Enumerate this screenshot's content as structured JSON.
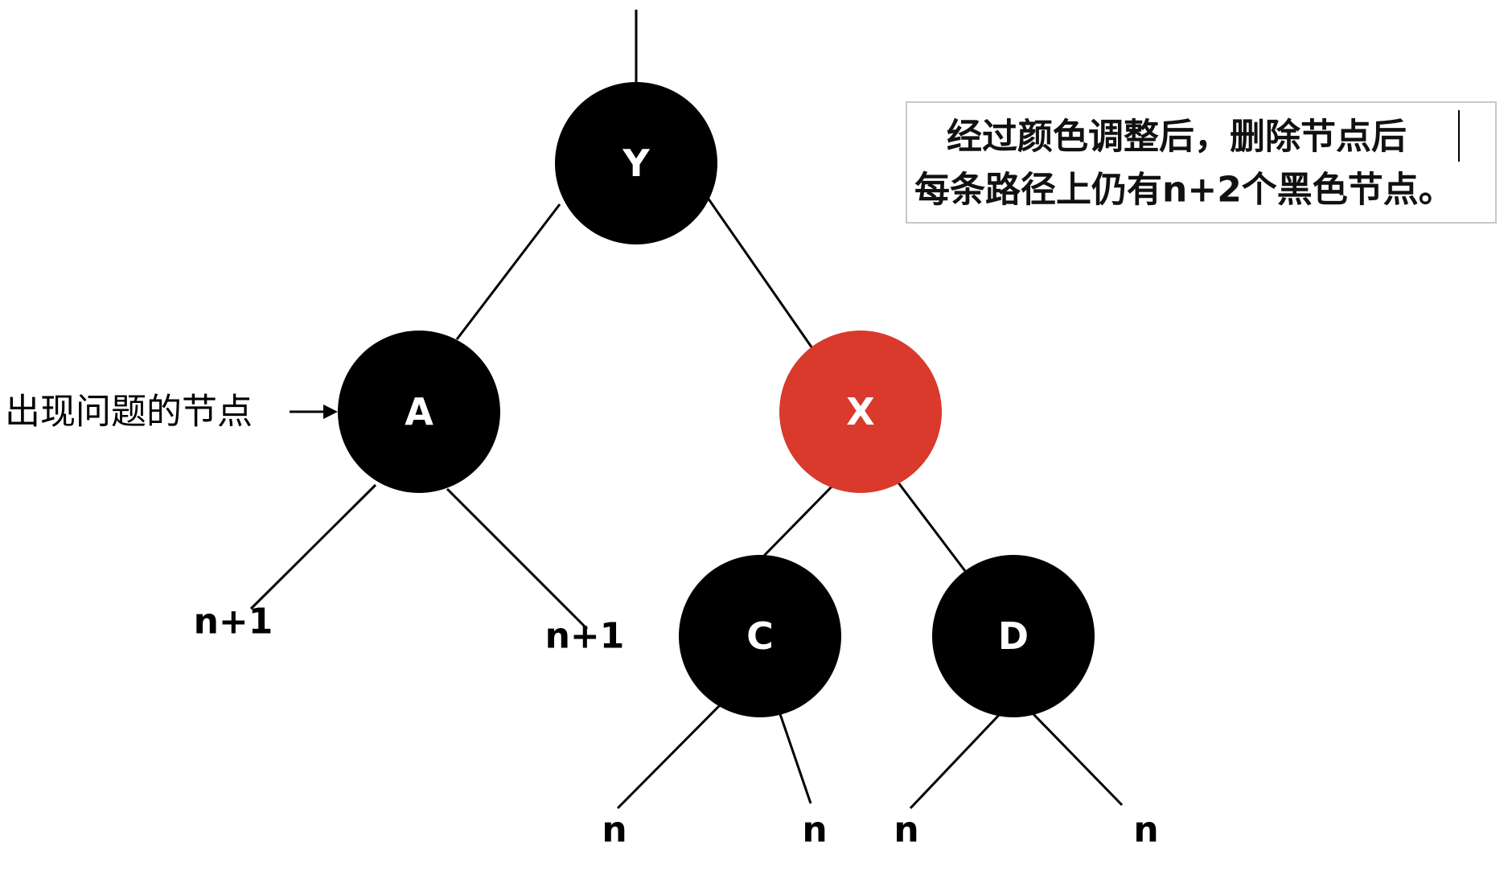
{
  "nodes": {
    "Y": {
      "label": "Y",
      "color": "#000000"
    },
    "A": {
      "label": "A",
      "color": "#000000"
    },
    "X": {
      "label": "X",
      "color": "#d93a2b"
    },
    "C": {
      "label": "C",
      "color": "#000000"
    },
    "D": {
      "label": "D",
      "color": "#000000"
    }
  },
  "leaves": {
    "A_left": "n+1",
    "A_right": "n+1",
    "C_left": "n",
    "C_right": "n",
    "D_left": "n",
    "D_right": "n"
  },
  "problem_label": "出现问题的节点",
  "note": {
    "line1": "经过颜色调整后，删除节点后",
    "line2": "每条路径上仍有n+2个黑色节点。"
  }
}
